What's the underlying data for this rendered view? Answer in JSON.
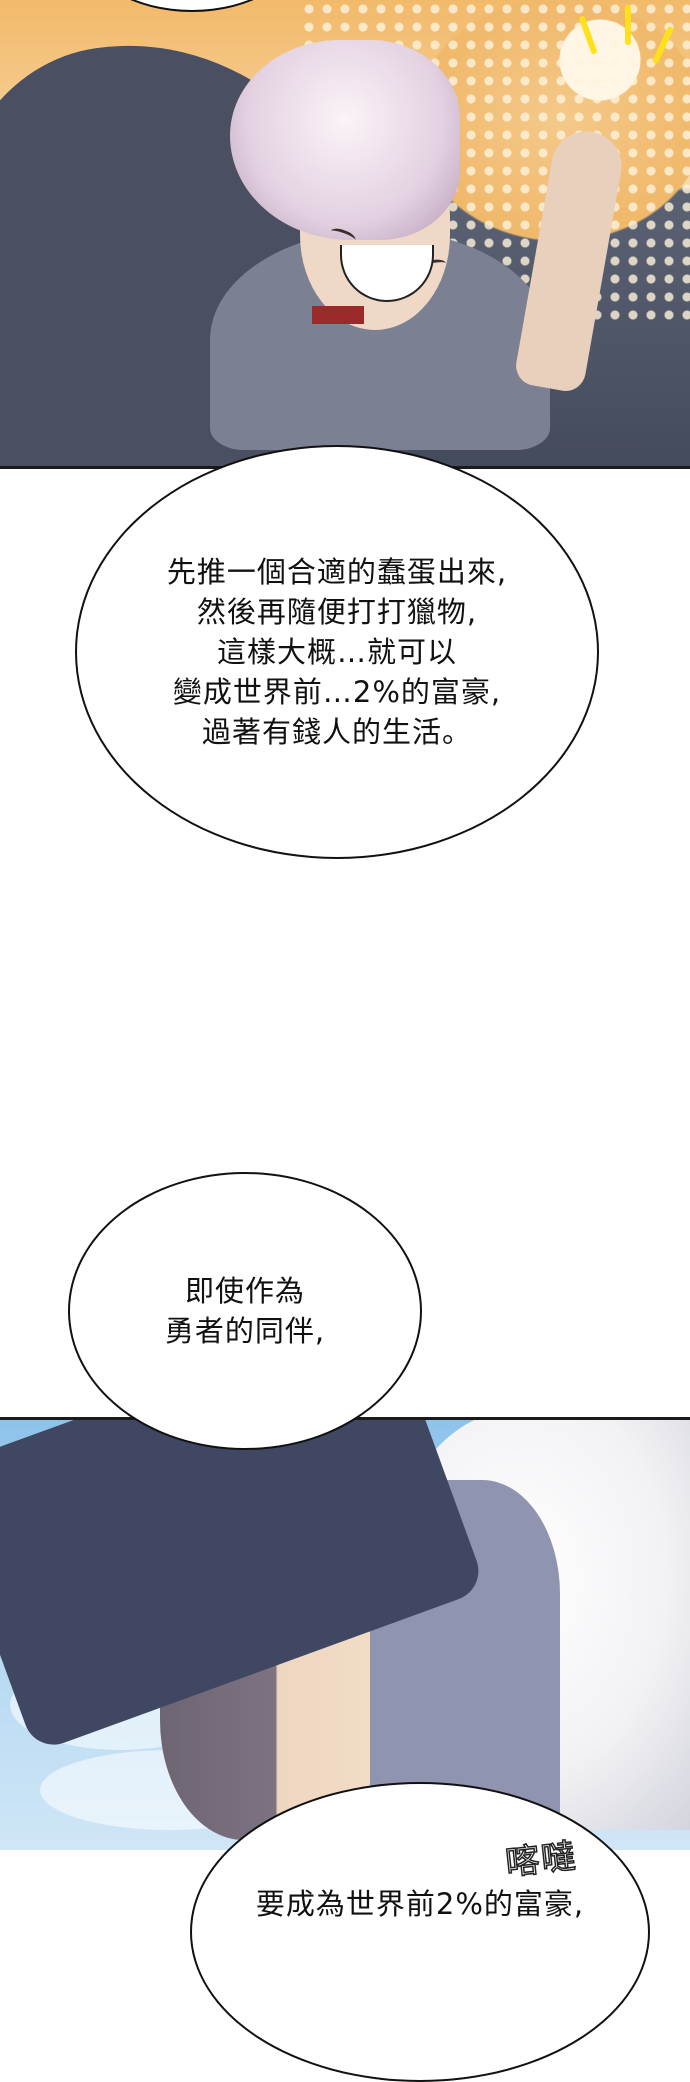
{
  "page": {
    "type": "webtoon-page",
    "background_color": "#ffffff"
  },
  "panels": [
    {
      "id": "panel-1",
      "description": "White-haired character smiling with eyes closed, raising index finger, dark fur-collared coat, orange halftone background",
      "colors": {
        "background": "#f2b96a",
        "coat": "#4a5062",
        "hair": "#fbf3f8",
        "accent_spark": "#ffe01a",
        "collar": "#9b2a2a"
      }
    },
    {
      "id": "panel-2",
      "description": "Profile of character in dark wide-brim hat with long white/grey hair, red eye, sweat drop, blue sky",
      "colors": {
        "sky": "#8ec3ea",
        "hat": "#3f4763",
        "hair_white": "#ffffff",
        "hair_grey": "#8f94b0",
        "eye": "#e14a6a"
      },
      "sound_effect": "喀噠"
    }
  ],
  "bubbles": [
    {
      "id": "bubble-1",
      "lines": [
        "先推一個合適的蠢蛋出來,",
        "然後再隨便打打獵物,",
        "這樣大概…就可以",
        "變成世界前…2%的富豪,",
        "過著有錢人的生活。"
      ]
    },
    {
      "id": "bubble-2",
      "lines": [
        "即使作為",
        "勇者的同伴,"
      ]
    },
    {
      "id": "bubble-3",
      "lines": [
        "要成為世界前2%的富豪,"
      ]
    }
  ]
}
